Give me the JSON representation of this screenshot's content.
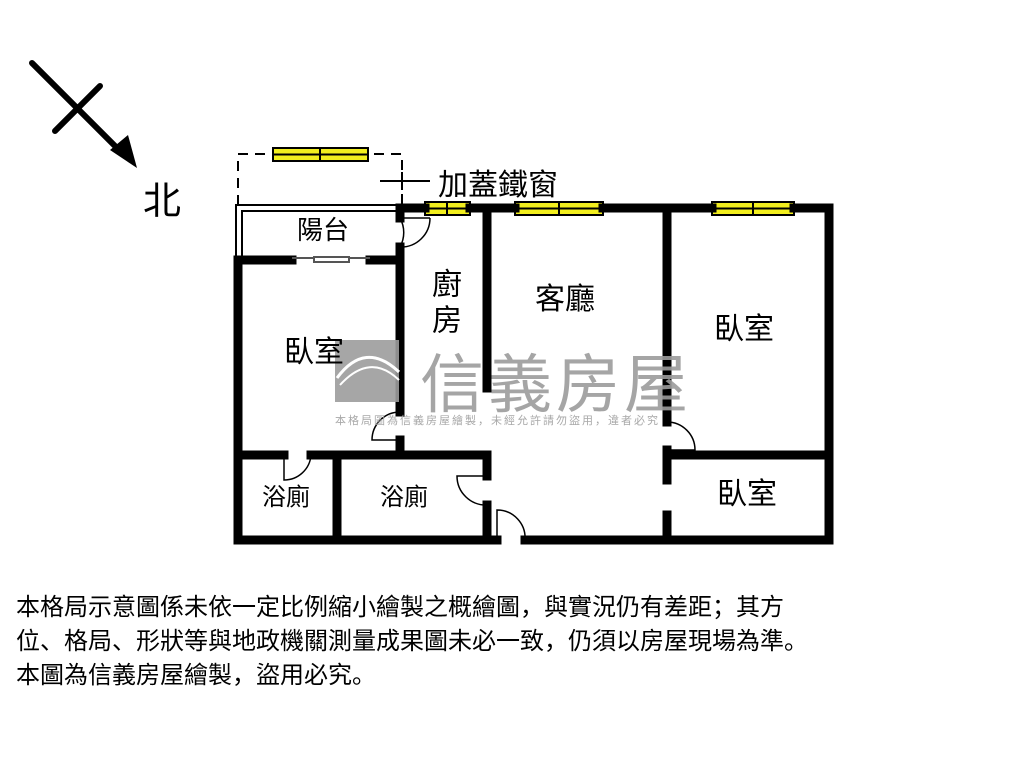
{
  "compass": {
    "direction_label": "北",
    "icon": "north-arrow-icon"
  },
  "annotations": {
    "iron_window": "加蓋鐵窗"
  },
  "rooms": {
    "balcony": "陽台",
    "kitchen": "廚房",
    "living_room": "客廳",
    "bedroom_left": "臥室",
    "bedroom_right_top": "臥室",
    "bedroom_right_bottom": "臥室",
    "bathroom_left": "浴廁",
    "bathroom_center": "浴廁"
  },
  "watermark": {
    "brand": "信義房屋",
    "notice": "本格局圖為信義房屋繪製，未經允許請勿盜用，違者必究"
  },
  "colors": {
    "wall": "#000000",
    "window_fill": "#f2ee1e",
    "watermark": "#9c9c9c",
    "background": "#ffffff"
  },
  "disclaimer": {
    "lines": [
      "本格局示意圖係未依一定比例縮小繪製之概繪圖，與實況仍有差距；其方",
      "位、格局、形狀等與地政機關測量成果圖未必一致，仍須以房屋現場為準。",
      "本圖為信義房屋繪製，盜用必究。"
    ]
  }
}
